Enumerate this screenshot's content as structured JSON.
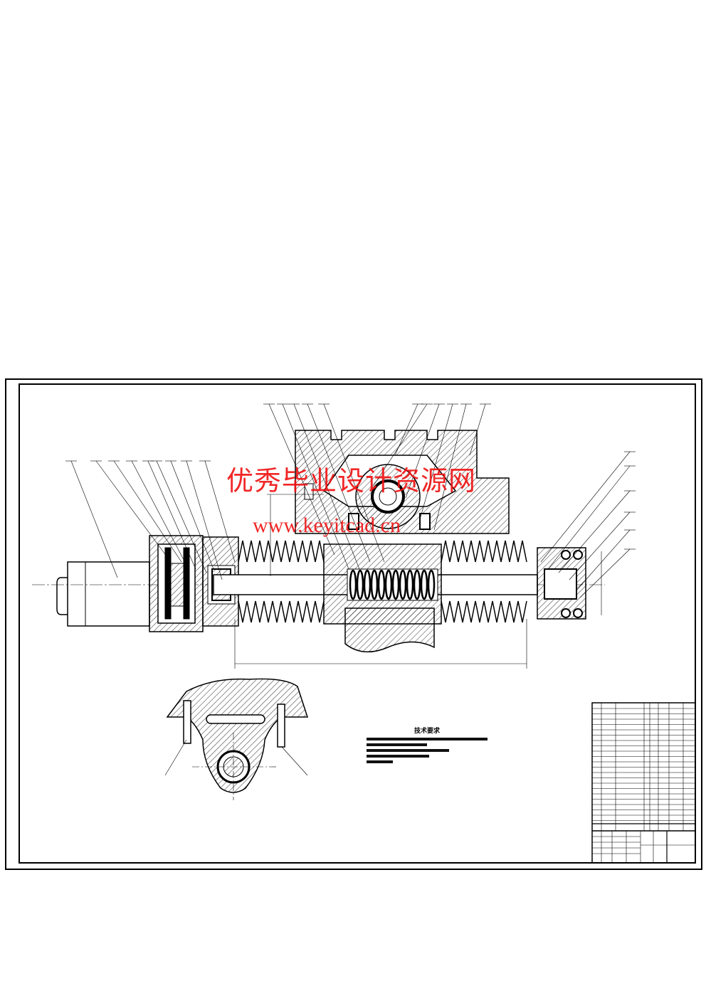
{
  "drawing": {
    "watermark_cn": "优秀毕业设计资源网",
    "watermark_url": "www.keyitcad.cn",
    "tech_requirements_title": "技术要求",
    "tech_requirement_line_count": 5,
    "colors": {
      "line": "#000000",
      "watermark": "#f01010"
    }
  }
}
